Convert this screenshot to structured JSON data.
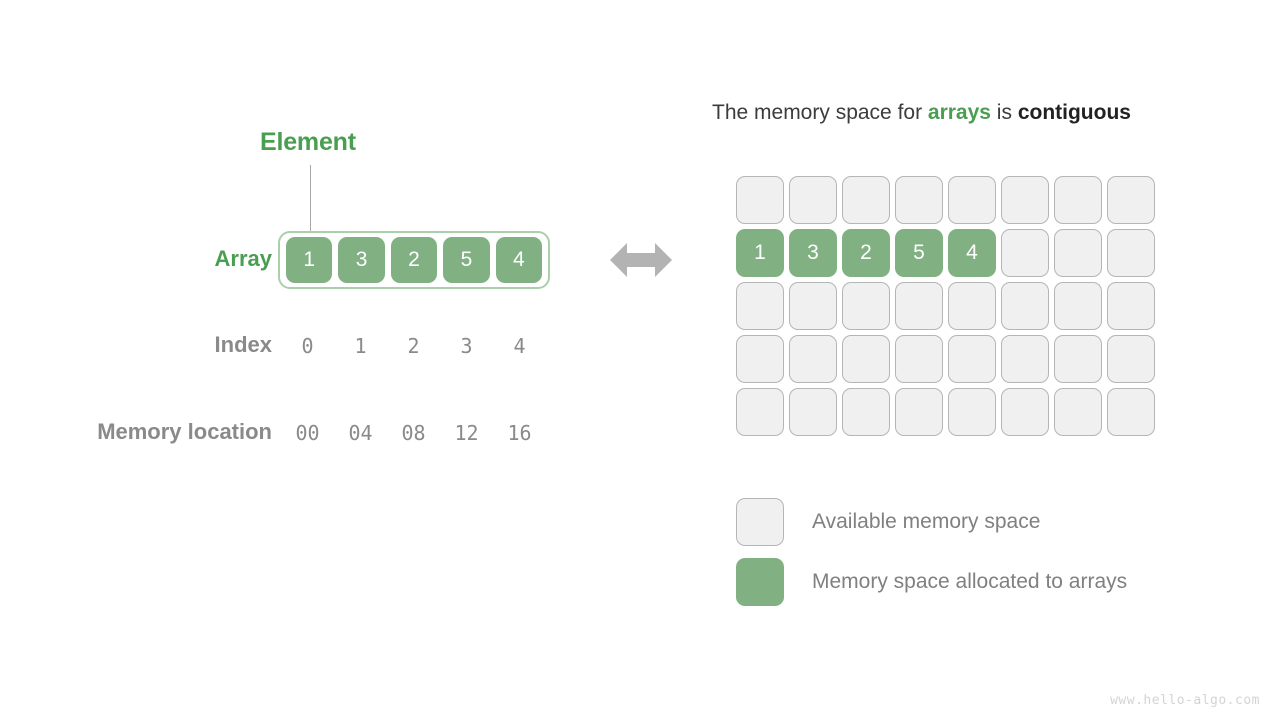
{
  "left_panel": {
    "element_label": "Element",
    "rows": [
      {
        "key": "array",
        "label": "Array"
      },
      {
        "key": "index",
        "label": "Index"
      },
      {
        "key": "memory",
        "label": "Memory location"
      }
    ],
    "array_values": [
      "1",
      "3",
      "2",
      "5",
      "4"
    ],
    "index_values": [
      "0",
      "1",
      "2",
      "3",
      "4"
    ],
    "memory_values": [
      "00",
      "04",
      "08",
      "12",
      "16"
    ]
  },
  "right_panel": {
    "title": {
      "part1": "The memory space for ",
      "highlight_green": "arrays",
      "part2": " is ",
      "highlight_dark": "contiguous"
    },
    "grid": {
      "columns": 8,
      "rows": 5,
      "filled_row_index": 1,
      "filled_values": [
        "1",
        "3",
        "2",
        "5",
        "4"
      ]
    },
    "legend": [
      {
        "swatch": "available",
        "label": "Available memory space"
      },
      {
        "swatch": "allocated",
        "label": "Memory space allocated to arrays"
      }
    ]
  },
  "footer": {
    "watermark": "www.hello-algo.com"
  },
  "colors": {
    "green_fill": "#81b183",
    "green_text": "#4a9e52",
    "green_outline": "#a9cfab",
    "gray_cell": "#f0f0f0",
    "gray_border": "#b5b5b5",
    "gray_text": "#8a8a8a",
    "arrow": "#b3b3b3",
    "watermark": "#d4d4d4"
  }
}
